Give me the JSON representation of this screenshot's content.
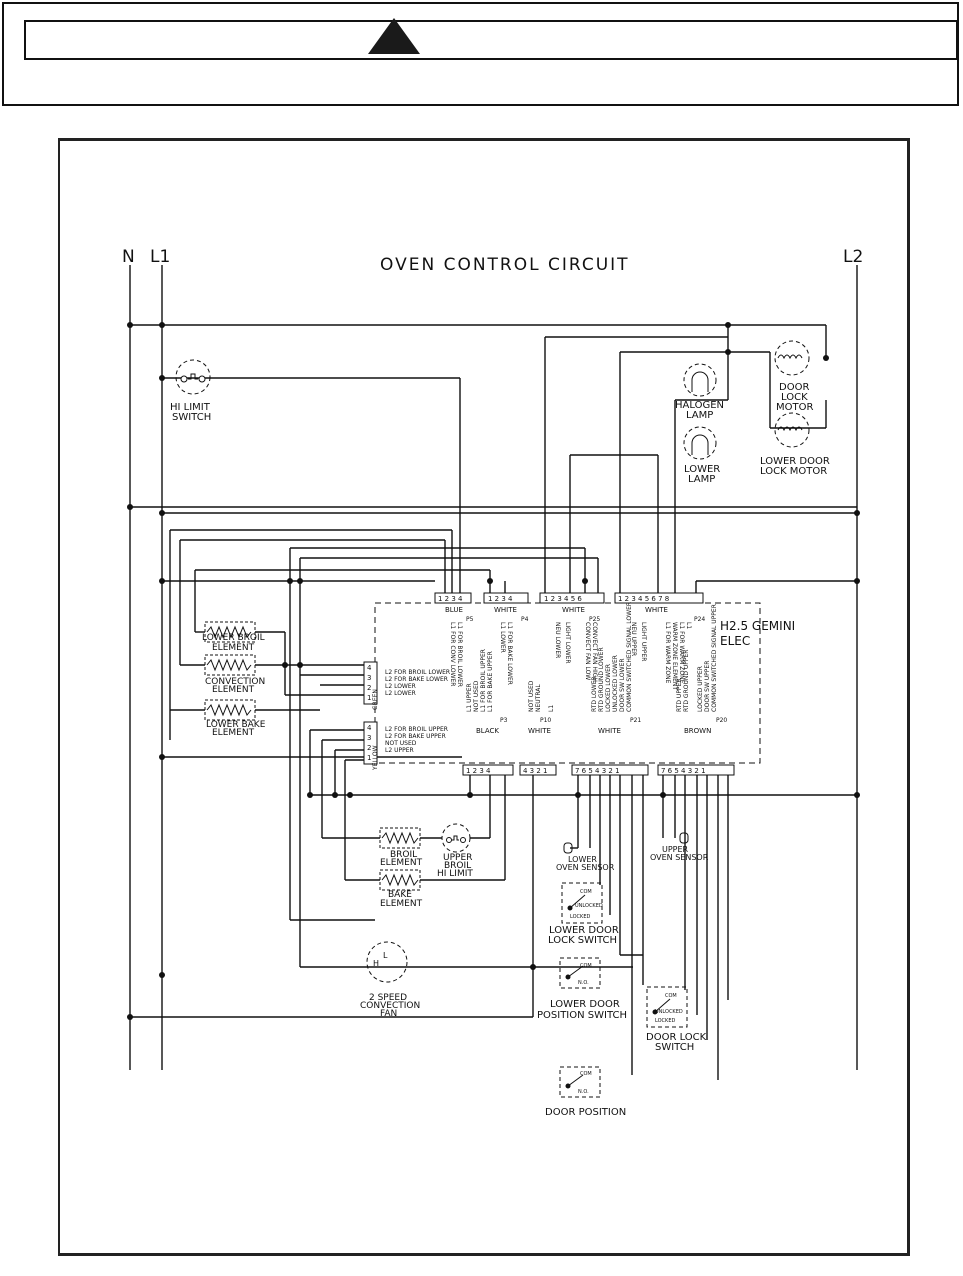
{
  "header": {
    "warning_icon": "warning-triangle-icon"
  },
  "diagram": {
    "title": "OVEN CONTROL CIRCUIT",
    "lines": {
      "n": "N",
      "l1": "L1",
      "l2": "L2"
    },
    "components": {
      "hi_limit": "HI LIMIT",
      "hi_limit2": "SWITCH",
      "halogen": "HALOGEN",
      "halogen2": "LAMP",
      "lower_lamp": "LOWER",
      "lower_lamp2": "LAMP",
      "door_lock_motor": "DOOR",
      "door_lock_motor2": "LOCK",
      "door_lock_motor3": "MOTOR",
      "lower_door_lock_motor": "LOWER DOOR",
      "lower_door_lock_motor2": "LOCK MOTOR",
      "lower_broil": "LOWER BROIL",
      "lower_broil2": "ELEMENT",
      "convection": "CONVECTION",
      "convection2": "ELEMENT",
      "lower_bake": "LOWER BAKE",
      "lower_bake2": "ELEMENT",
      "broil": "BROIL",
      "broil2": "ELEMENT",
      "upper_broil": "UPPER",
      "upper_broil2": "BROIL",
      "upper_broil3": "HI LIMIT",
      "bake": "BAKE",
      "bake2": "ELEMENT",
      "conv_fan": "2 SPEED",
      "conv_fan2": "CONVECTION",
      "conv_fan3": "FAN",
      "lower_oven_sensor": "LOWER",
      "lower_oven_sensor2": "OVEN SENSOR",
      "upper_oven_sensor": "UPPER",
      "upper_oven_sensor2": "OVEN SENSOR",
      "lower_door_lock_switch": "LOWER DOOR",
      "lower_door_lock_switch2": "LOCK SWITCH",
      "lower_door_pos_switch": "LOWER DOOR",
      "lower_door_pos_switch2": "POSITION SWITCH",
      "door_lock_switch": "DOOR LOCK",
      "door_lock_switch2": "SWITCH",
      "door_position": "DOOR POSITION",
      "control": "H2.5 GEMINI",
      "control2": "ELEC"
    },
    "connectors": {
      "p5": {
        "name": "P5",
        "color": "BLUE"
      },
      "p4": {
        "name": "P4",
        "color": "WHITE"
      },
      "p25": {
        "name": "P25",
        "color": "WHITE"
      },
      "p24": {
        "name": "P24",
        "color": "WHITE"
      },
      "p2": {
        "name": "P2",
        "color": "GREEN"
      },
      "p1": {
        "name": "P1",
        "color": "YELLOW"
      },
      "p3": {
        "name": "P3",
        "color": "BLACK"
      },
      "p10": {
        "name": "P10",
        "color": "WHITE"
      },
      "p21": {
        "name": "P21",
        "color": "WHITE"
      },
      "p20": {
        "name": "P20",
        "color": "BROWN"
      }
    },
    "pin_labels": {
      "p2": [
        "L2 FOR BROIL LOWER",
        "L2 FOR BAKE LOWER",
        "L2 LOWER",
        "L2 LOWER"
      ],
      "p1": [
        "L2 FOR BROIL UPPER",
        "L2 FOR BAKE UPPER",
        "NOT USED",
        "L2 UPPER"
      ],
      "p5": [
        "L1 FOR CONV LOWER",
        "L1 FOR BROIL LOWER"
      ],
      "p4": [
        "L1 LOWER",
        "L1 FOR BAKE LOWER"
      ],
      "p25": [
        "NEU LOWER",
        "LIGHT LOWER",
        "CONVECT FAN LOW",
        "CONVECT FAN HIGH"
      ],
      "p24": [
        "NEU UPPER",
        "LIGHT UPPER",
        "L1 FOR WARM ZONE",
        "WARM ZONE ELEMENT",
        "L1 FOR WARM ZONE",
        "L1"
      ],
      "p3": [
        "L1 UPPER",
        "NOT USED",
        "L1 FOR BROIL UPPER",
        "L1 FOR BAKE UPPER"
      ],
      "p10": [
        "NOT USED",
        "NEUTRAL",
        "L1"
      ],
      "p21": [
        "RTD LOWER",
        "RTD GROUND LOWER",
        "LOCKED LOWER",
        "UNLOCKED LOWER",
        "DOOR SW LOWER",
        "COMMON SWITCHED SIGNAL LOWER"
      ],
      "p20": [
        "RTD UPPER",
        "RTD GROUND UPPER",
        "LOCKED UPPER",
        "DOOR SW UPPER",
        "COMMON SWITCHED SIGNAL UPPER"
      ]
    },
    "switch_labels": {
      "com": "COM",
      "unlocked": "UNLOCKED",
      "locked": "LOCKED",
      "no": "N.O."
    }
  }
}
